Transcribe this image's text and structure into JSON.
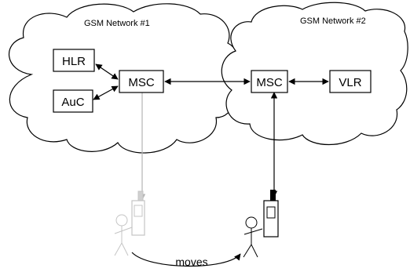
{
  "networks": [
    {
      "label": "GSM Network #1"
    },
    {
      "label": "GSM Network #2"
    }
  ],
  "nodes": {
    "hlr": "HLR",
    "auc": "AuC",
    "msc1": "MSC",
    "msc2": "MSC",
    "vlr": "VLR"
  },
  "movement": {
    "label": "moves"
  },
  "colors": {
    "line": "#000000",
    "ghost": "#b3b3b3",
    "background": "#ffffff"
  }
}
